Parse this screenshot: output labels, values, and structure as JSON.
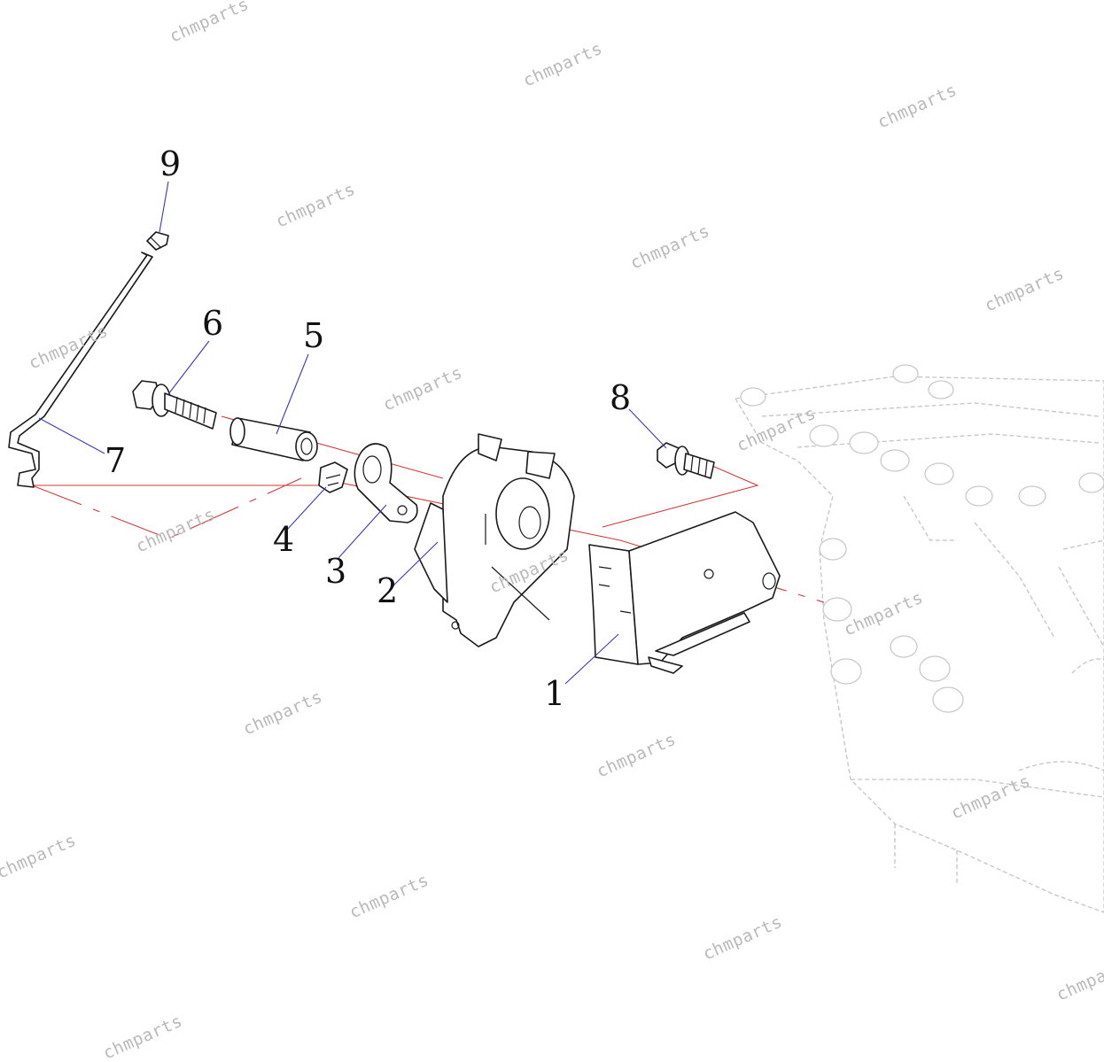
{
  "watermark": "chmparts",
  "callouts": [
    "1",
    "2",
    "3",
    "4",
    "5",
    "6",
    "7",
    "8",
    "9"
  ],
  "colors": {
    "axis_line": "#d23a3a",
    "leader_line": "#3a3ab8",
    "outline": "#1a1a1a",
    "ghost": "#c4c4c4",
    "watermark": "#b9b9b9"
  }
}
